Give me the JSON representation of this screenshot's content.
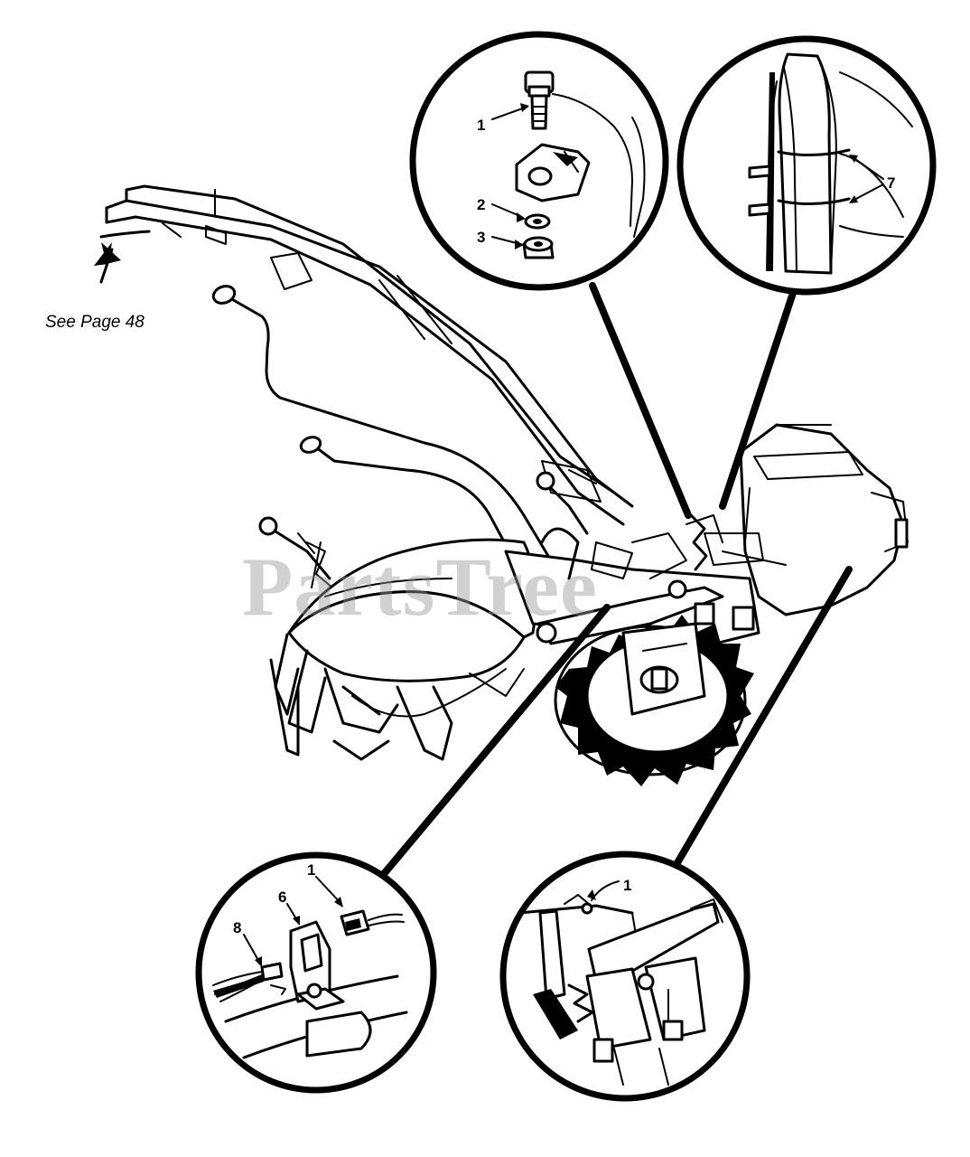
{
  "diagram": {
    "reference_note": "See Page 48",
    "watermark": "PartsTree",
    "callouts": {
      "top_detail": [
        "1",
        "2",
        "3"
      ],
      "wire_ties_detail": [
        "7"
      ],
      "bracket_detail": [
        "1",
        "6",
        "8"
      ],
      "engine_detail": [
        "1"
      ]
    }
  }
}
